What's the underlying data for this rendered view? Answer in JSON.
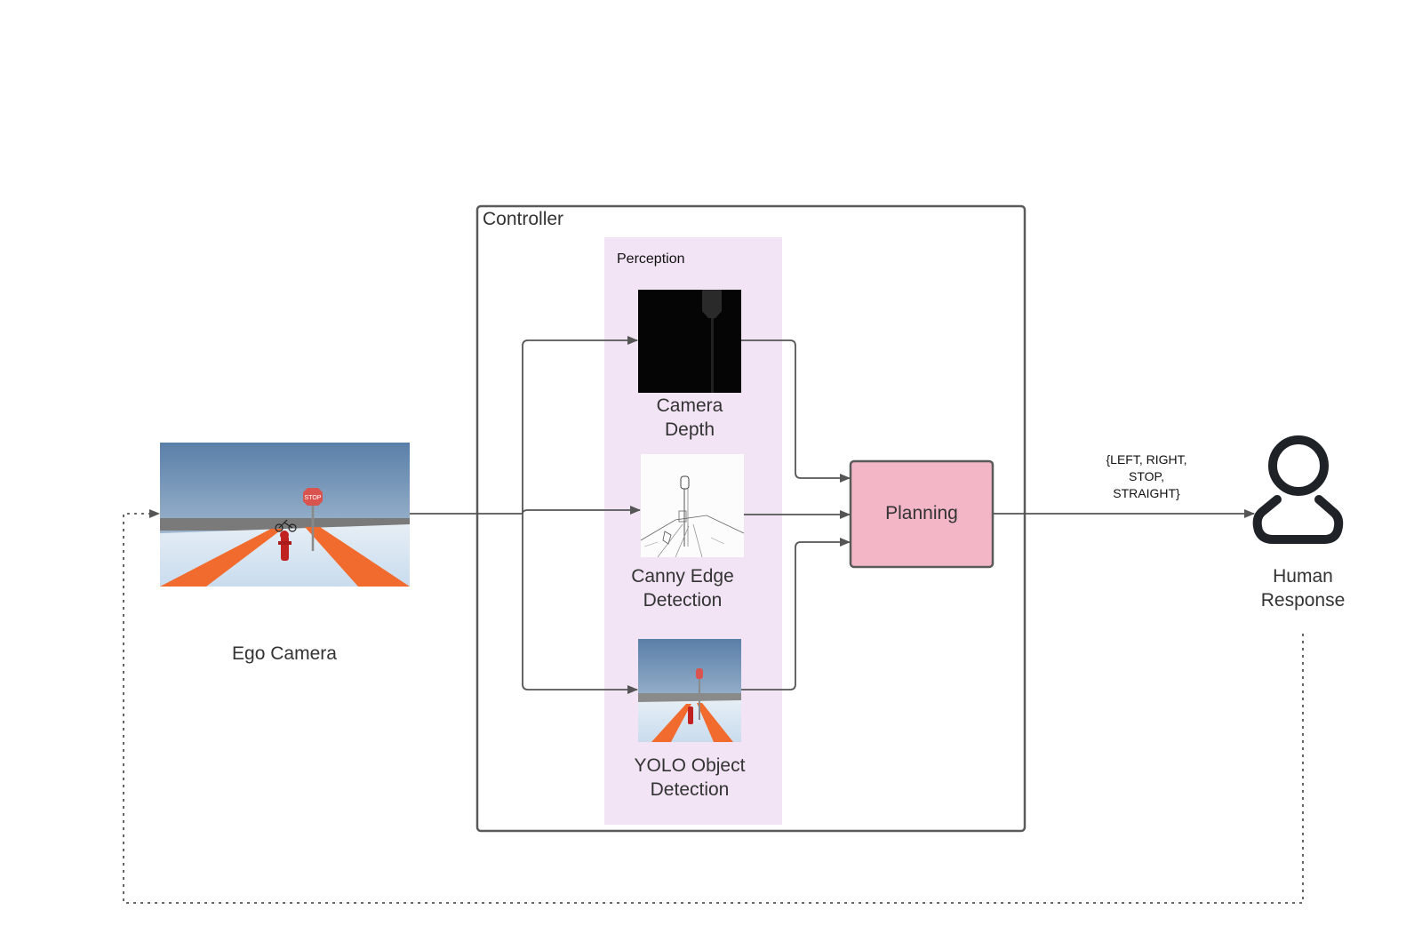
{
  "nodes": {
    "ego_camera": {
      "label": "Ego Camera"
    },
    "controller": {
      "label": "Controller"
    },
    "perception": {
      "label": "Perception"
    },
    "camera_depth": {
      "label_line1": "Camera",
      "label_line2": "Depth"
    },
    "canny_edge": {
      "label_line1": "Canny Edge",
      "label_line2": "Detection"
    },
    "yolo": {
      "label_line1": "YOLO Object",
      "label_line2": "Detection"
    },
    "planning": {
      "label": "Planning"
    },
    "human_response": {
      "label_line1": "Human",
      "label_line2": "Response"
    }
  },
  "edges": {
    "planning_to_human": {
      "line1": "{LEFT, RIGHT,",
      "line2": "STOP,",
      "line3": "STRAIGHT}"
    }
  },
  "images": {
    "sign_text": "STOP"
  },
  "colors": {
    "perception_bg": "#f2e4f4",
    "planning_fill": "#f2b6c7",
    "border": "#5a5a5a",
    "road_orange": "#f26b2e",
    "sky_top": "#5a7fa8",
    "hydrant_red": "#c0231f"
  }
}
